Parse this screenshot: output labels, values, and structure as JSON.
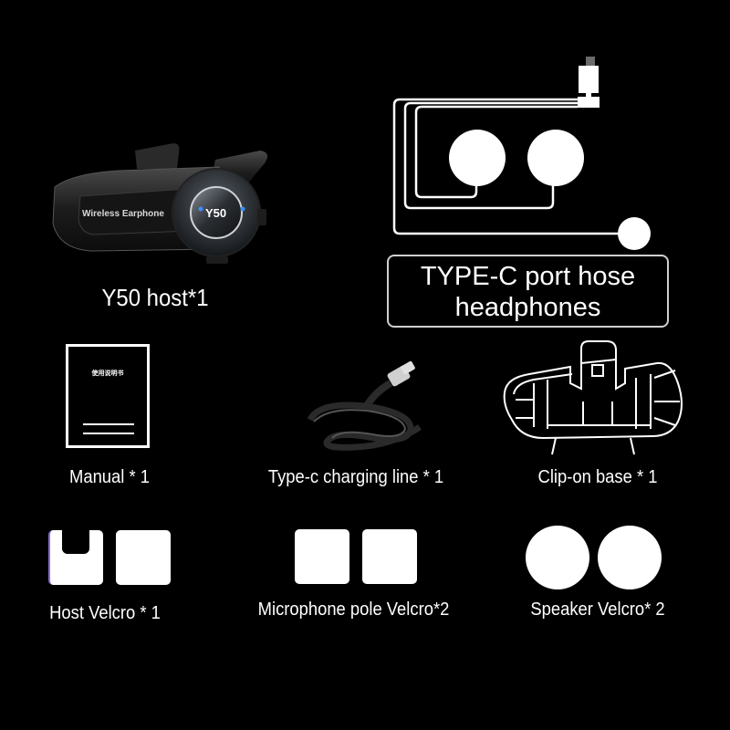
{
  "page": {
    "background": "#000000",
    "accent_led": "#3a8fff"
  },
  "host": {
    "device_text": "Wireless Earphone",
    "logo_text": "Y50",
    "label": "Y50 host*1"
  },
  "headphones": {
    "label_line1": "TYPE-C port hose",
    "label_line2": "headphones"
  },
  "items": [
    {
      "id": "manual",
      "label": "Manual * 1",
      "cover_text": "使用说明书"
    },
    {
      "id": "charging-line",
      "label": "Type-c charging line * 1"
    },
    {
      "id": "clip-base",
      "label": "Clip-on base * 1"
    },
    {
      "id": "host-velcro",
      "label": "Host Velcro * 1"
    },
    {
      "id": "mic-velcro",
      "label": "Microphone pole Velcro*2"
    },
    {
      "id": "speaker-velcro",
      "label": "Speaker Velcro* 2"
    }
  ]
}
